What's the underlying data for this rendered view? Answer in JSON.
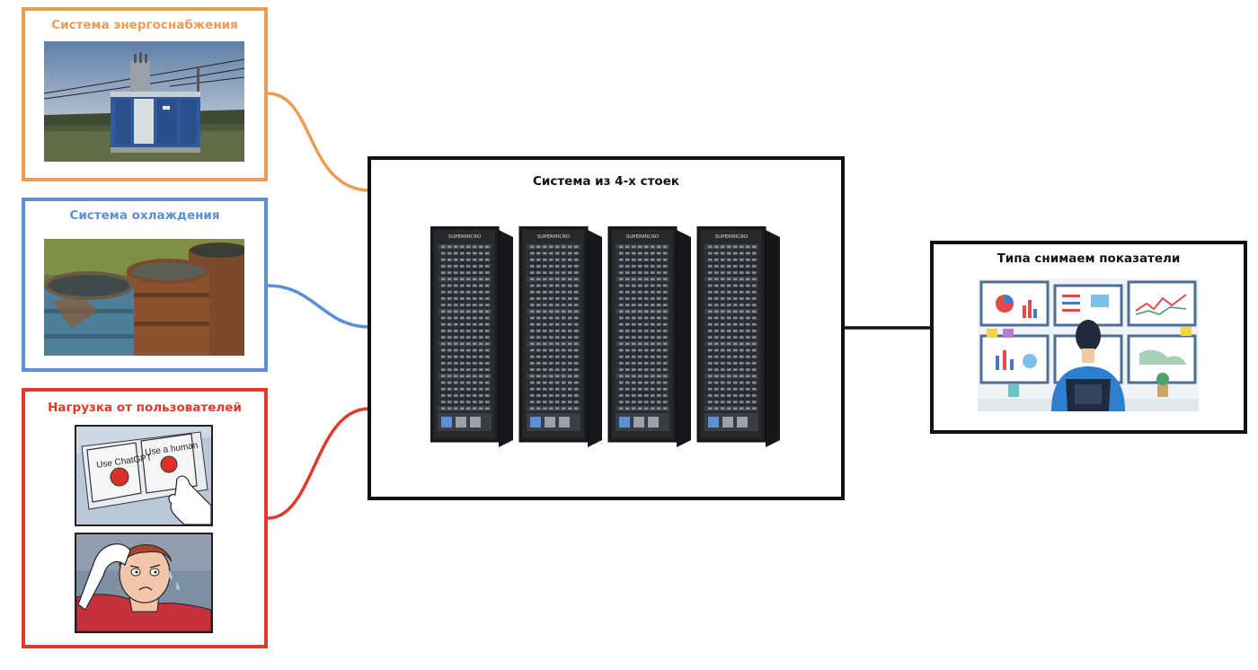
{
  "power_box": {
    "title": "Система энергоснабжения",
    "image": "transformer-substation-photo"
  },
  "cooling_box": {
    "title": "Система охлаждения",
    "image": "rusty-water-barrels-photo"
  },
  "load_box": {
    "title": "Нагрузка от пользователей",
    "meme_image": "two-buttons-meme",
    "buttons": [
      "Use ChatGPT",
      "Use a human"
    ]
  },
  "racks_box": {
    "title": "Система из 4-х стоек",
    "image": "server-racks",
    "rack_label": "SUPERMICRO"
  },
  "monitor_box": {
    "title": "Типа снимаем показатели",
    "image": "operator-at-monitoring-screens"
  },
  "colors": {
    "power": "#ee9c54",
    "cooling": "#5d8fd6",
    "load": "#e03a2c",
    "neutral": "#111111"
  }
}
